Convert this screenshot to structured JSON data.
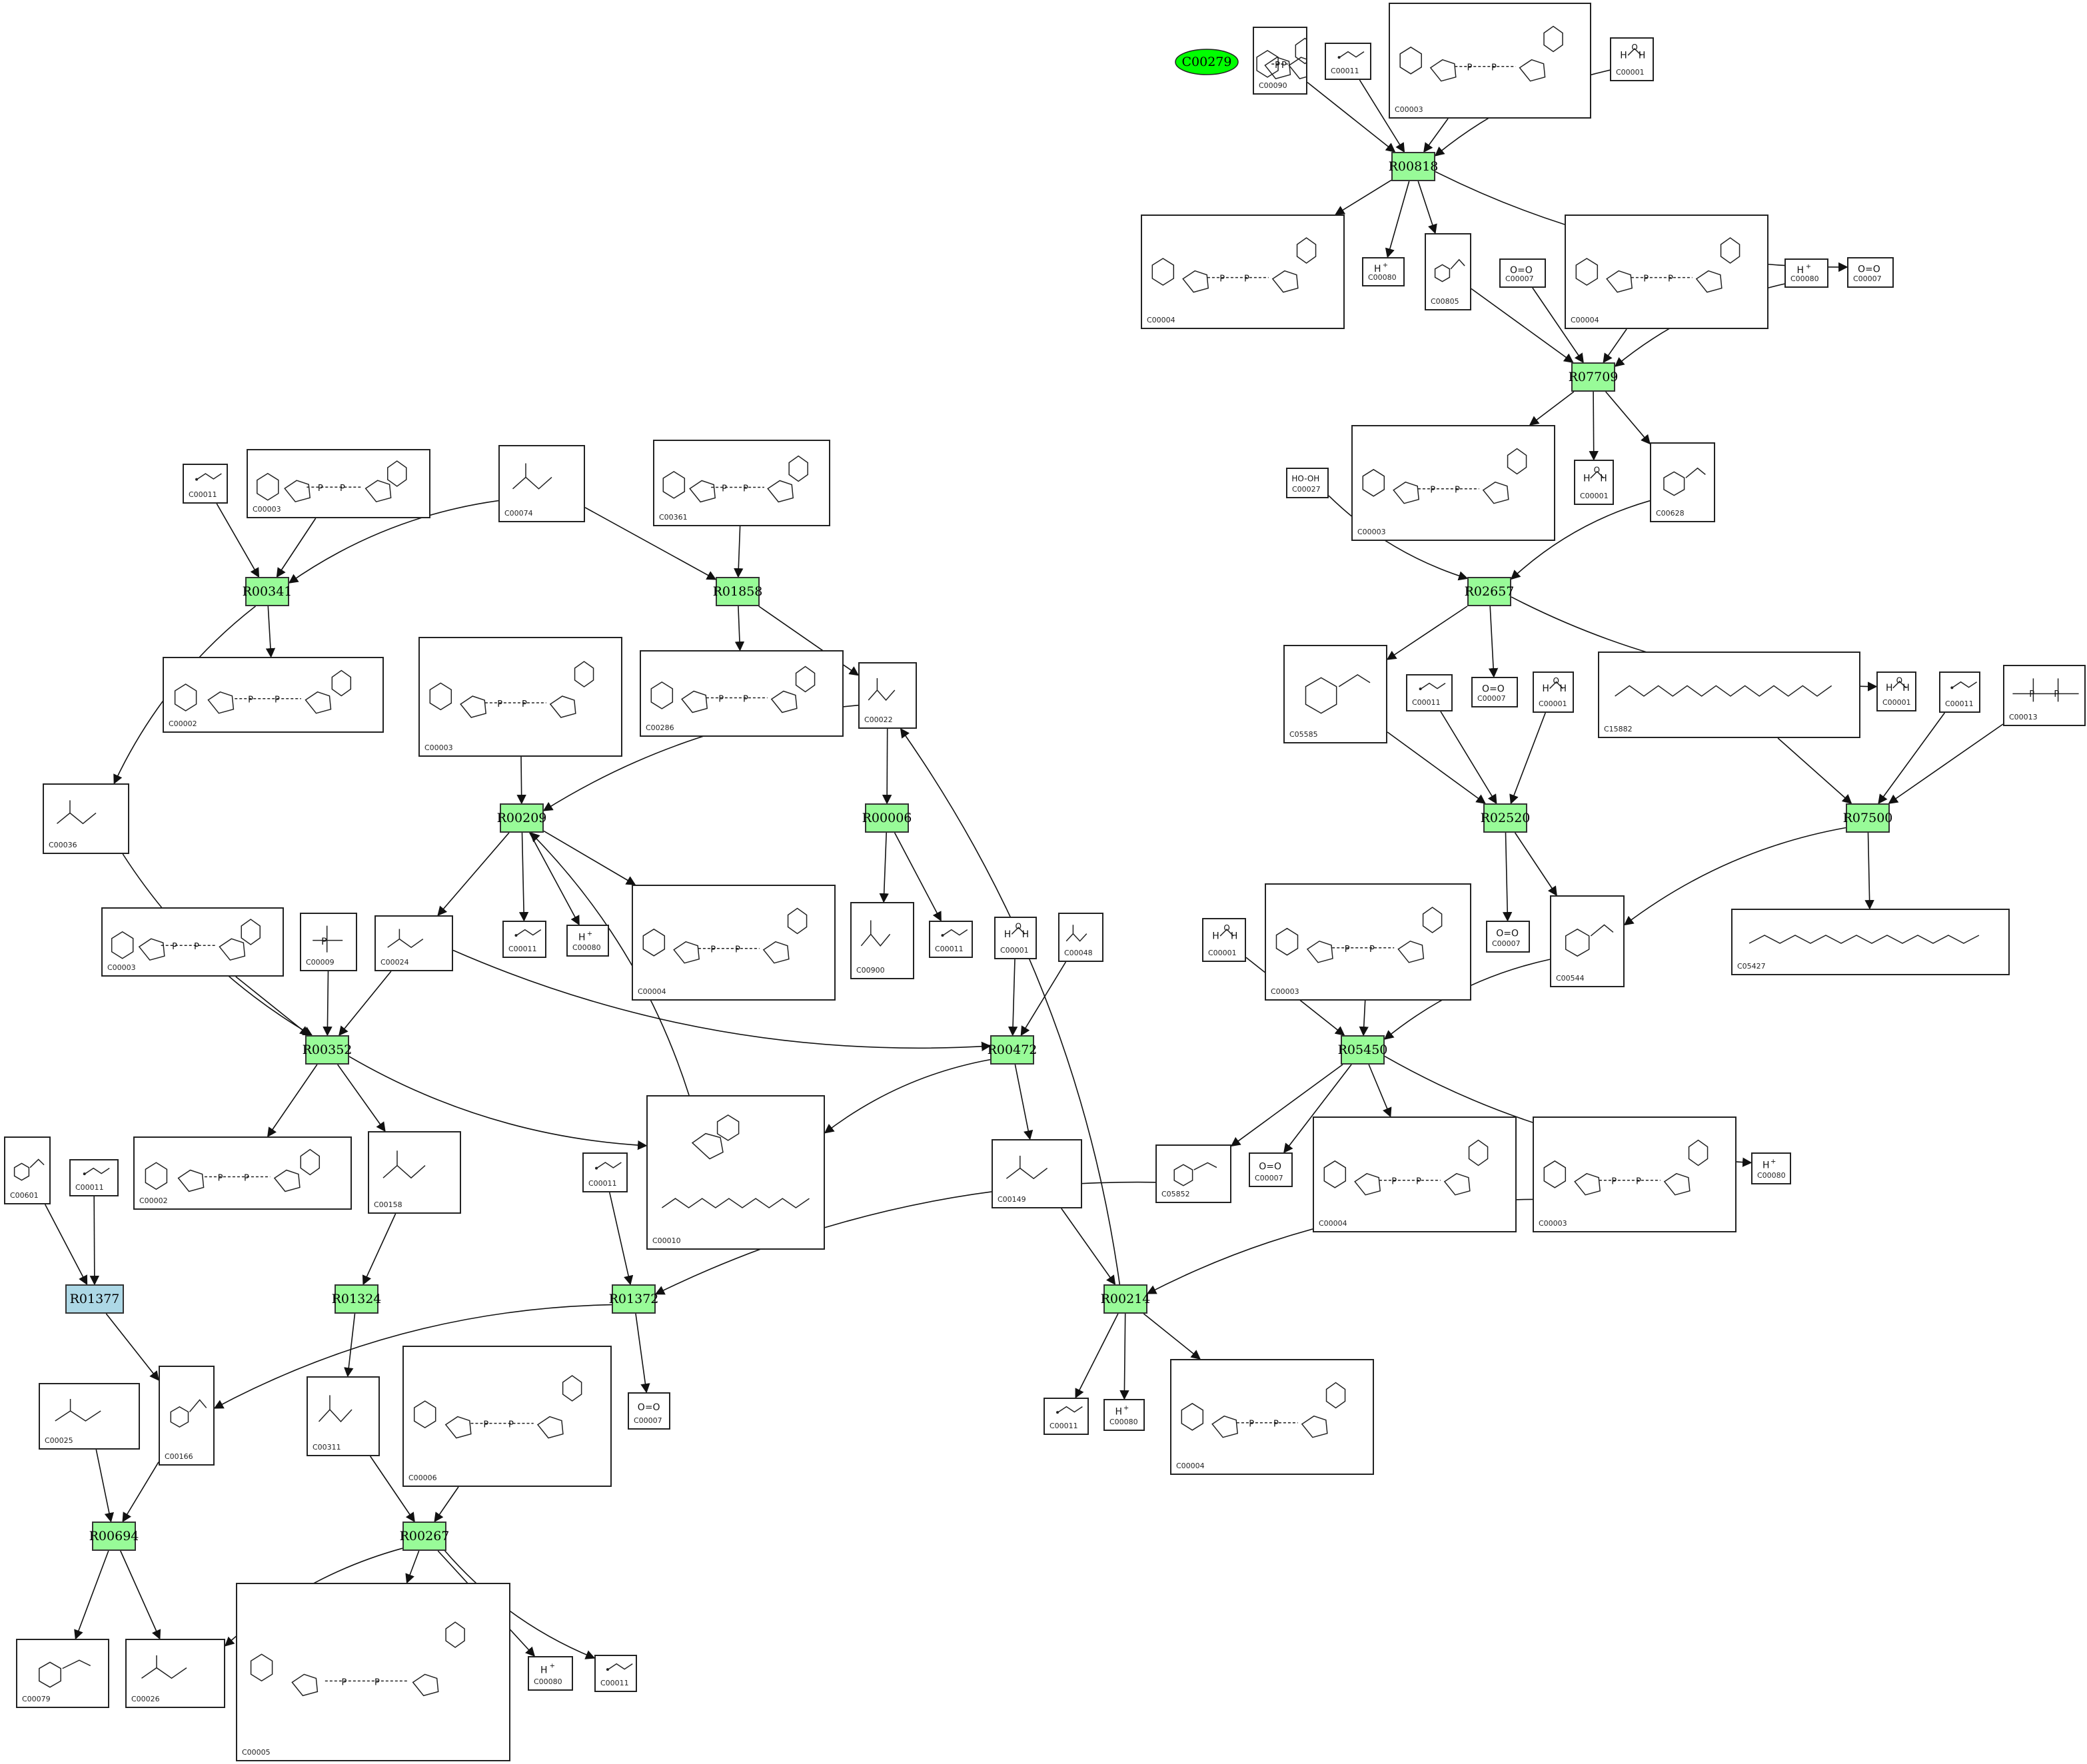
{
  "colors": {
    "reaction_fill": "#98fb98",
    "reaction_alt_fill": "#add8e6",
    "start_fill": "#00ff00",
    "stroke": "#222222"
  },
  "start_node": {
    "id": "start-c00279",
    "label": "C00279"
  },
  "reactions": [
    {
      "id": "R00818",
      "label": "R00818",
      "color": "green"
    },
    {
      "id": "R07709",
      "label": "R07709",
      "color": "green"
    },
    {
      "id": "R02657",
      "label": "R02657",
      "color": "green"
    },
    {
      "id": "R02520",
      "label": "R02520",
      "color": "green"
    },
    {
      "id": "R07500",
      "label": "R07500",
      "color": "green"
    },
    {
      "id": "R05450",
      "label": "R05450",
      "color": "green"
    },
    {
      "id": "R00214",
      "label": "R00214",
      "color": "green"
    },
    {
      "id": "R00341",
      "label": "R00341",
      "color": "green"
    },
    {
      "id": "R01858",
      "label": "R01858",
      "color": "green"
    },
    {
      "id": "R00209",
      "label": "R00209",
      "color": "green"
    },
    {
      "id": "R00006",
      "label": "R00006",
      "color": "green"
    },
    {
      "id": "R00352",
      "label": "R00352",
      "color": "green"
    },
    {
      "id": "R00472",
      "label": "R00472",
      "color": "green"
    },
    {
      "id": "R01377",
      "label": "R01377",
      "color": "blue"
    },
    {
      "id": "R01324",
      "label": "R01324",
      "color": "green"
    },
    {
      "id": "R01372",
      "label": "R01372",
      "color": "green"
    },
    {
      "id": "R00694",
      "label": "R00694",
      "color": "green"
    },
    {
      "id": "R00267",
      "label": "R00267",
      "color": "green"
    }
  ],
  "compounds": [
    {
      "id": "c00090",
      "label": "C00090",
      "mol": "diol"
    },
    {
      "id": "c00011a",
      "label": "C00011",
      "mol": "co2"
    },
    {
      "id": "c00003a",
      "label": "C00003",
      "mol": "nad"
    },
    {
      "id": "c00001a",
      "label": "C00001",
      "mol": "water"
    },
    {
      "id": "c00004a",
      "label": "C00004",
      "mol": "nad"
    },
    {
      "id": "c00080a",
      "label": "C00080",
      "mol": "hplus"
    },
    {
      "id": "c00805",
      "label": "C00805",
      "mol": "ring"
    },
    {
      "id": "c00007a",
      "label": "C00007",
      "mol": "o2"
    },
    {
      "id": "c00007b",
      "label": "C00007",
      "mol": "o2"
    },
    {
      "id": "c00004b",
      "label": "C00004",
      "mol": "nad"
    },
    {
      "id": "c00080b",
      "label": "C00080",
      "mol": "hplus"
    },
    {
      "id": "c00003b",
      "label": "C00003",
      "mol": "nad"
    },
    {
      "id": "c00027",
      "label": "C00027",
      "mol": "peroxide"
    },
    {
      "id": "c00001b",
      "label": "C00001",
      "mol": "water"
    },
    {
      "id": "c00628",
      "label": "C00628",
      "mol": "ring"
    },
    {
      "id": "c05585",
      "label": "C05585",
      "mol": "ring"
    },
    {
      "id": "c00011b",
      "label": "C00011",
      "mol": "co2"
    },
    {
      "id": "c00007c",
      "label": "C00007",
      "mol": "o2"
    },
    {
      "id": "c00001c",
      "label": "C00001",
      "mol": "water"
    },
    {
      "id": "c15882",
      "label": "C15882",
      "mol": "chain"
    },
    {
      "id": "c00001d",
      "label": "C00001",
      "mol": "water"
    },
    {
      "id": "c00011c",
      "label": "C00011",
      "mol": "co2"
    },
    {
      "id": "c00013",
      "label": "C00013",
      "mol": "ppi"
    },
    {
      "id": "c00007d",
      "label": "C00007",
      "mol": "o2"
    },
    {
      "id": "c00544",
      "label": "C00544",
      "mol": "ring"
    },
    {
      "id": "c05427",
      "label": "C05427",
      "mol": "chain"
    },
    {
      "id": "c00001e",
      "label": "C00001",
      "mol": "water"
    },
    {
      "id": "c00003c",
      "label": "C00003",
      "mol": "nad"
    },
    {
      "id": "c05852",
      "label": "C05852",
      "mol": "ring"
    },
    {
      "id": "c00007e",
      "label": "C00007",
      "mol": "o2"
    },
    {
      "id": "c00004c",
      "label": "C00004",
      "mol": "nad"
    },
    {
      "id": "c00003d",
      "label": "C00003",
      "mol": "nad"
    },
    {
      "id": "c00080c",
      "label": "C00080",
      "mol": "hplus"
    },
    {
      "id": "c00011d",
      "label": "C00011",
      "mol": "co2"
    },
    {
      "id": "c00080d",
      "label": "C00080",
      "mol": "hplus"
    },
    {
      "id": "c00004d",
      "label": "C00004",
      "mol": "nad"
    },
    {
      "id": "c00011e",
      "label": "C00011",
      "mol": "co2"
    },
    {
      "id": "c00003e",
      "label": "C00003",
      "mol": "nucleotide"
    },
    {
      "id": "c00074",
      "label": "C00074",
      "mol": "small"
    },
    {
      "id": "c00361",
      "label": "C00361",
      "mol": "nucleotide"
    },
    {
      "id": "c00002a",
      "label": "C00002",
      "mol": "nucleotide"
    },
    {
      "id": "c00286",
      "label": "C00286",
      "mol": "nucleotide"
    },
    {
      "id": "c00022",
      "label": "C00022",
      "mol": "small"
    },
    {
      "id": "c00003f",
      "label": "C00003",
      "mol": "nad"
    },
    {
      "id": "c00036",
      "label": "C00036",
      "mol": "small"
    },
    {
      "id": "c00003g",
      "label": "C00003",
      "mol": "nucleotide"
    },
    {
      "id": "c00009",
      "label": "C00009",
      "mol": "phosphate"
    },
    {
      "id": "c00024",
      "label": "C00024",
      "mol": "acetylcoa"
    },
    {
      "id": "c00011f",
      "label": "C00011",
      "mol": "co2"
    },
    {
      "id": "c00080e",
      "label": "C00080",
      "mol": "hplus"
    },
    {
      "id": "c00004e",
      "label": "C00004",
      "mol": "nad"
    },
    {
      "id": "c00900",
      "label": "C00900",
      "mol": "small"
    },
    {
      "id": "c00011g",
      "label": "C00011",
      "mol": "co2"
    },
    {
      "id": "c00001f",
      "label": "C00001",
      "mol": "water"
    },
    {
      "id": "c00048",
      "label": "C00048",
      "mol": "small"
    },
    {
      "id": "c00002b",
      "label": "C00002",
      "mol": "nucleotide"
    },
    {
      "id": "c00158",
      "label": "C00158",
      "mol": "small"
    },
    {
      "id": "c00010",
      "label": "C00010",
      "mol": "coa"
    },
    {
      "id": "c00149",
      "label": "C00149",
      "mol": "small"
    },
    {
      "id": "c00601",
      "label": "C00601",
      "mol": "ring"
    },
    {
      "id": "c00011h",
      "label": "C00011",
      "mol": "co2"
    },
    {
      "id": "c00011i",
      "label": "C00011",
      "mol": "co2"
    },
    {
      "id": "c00166",
      "label": "C00166",
      "mol": "ring"
    },
    {
      "id": "c00311",
      "label": "C00311",
      "mol": "small"
    },
    {
      "id": "c00006",
      "label": "C00006",
      "mol": "nad"
    },
    {
      "id": "c00007f",
      "label": "C00007",
      "mol": "o2"
    },
    {
      "id": "c00025",
      "label": "C00025",
      "mol": "small"
    },
    {
      "id": "c00079",
      "label": "C00079",
      "mol": "ring"
    },
    {
      "id": "c00026",
      "label": "C00026",
      "mol": "small"
    },
    {
      "id": "c00005",
      "label": "C00005",
      "mol": "nad"
    },
    {
      "id": "c00080f",
      "label": "C00080",
      "mol": "hplus"
    },
    {
      "id": "c00011j",
      "label": "C00011",
      "mol": "co2"
    }
  ],
  "edges": [
    [
      "c00090",
      "R00818"
    ],
    [
      "c00011a",
      "R00818"
    ],
    [
      "c00003a",
      "R00818"
    ],
    [
      "c00001a",
      "R00818"
    ],
    [
      "R00818",
      "c00004a"
    ],
    [
      "R00818",
      "c00080a"
    ],
    [
      "R00818",
      "c00805"
    ],
    [
      "R00818",
      "c00007a"
    ],
    [
      "c00805",
      "R07709"
    ],
    [
      "c00007b",
      "R07709"
    ],
    [
      "c00004b",
      "R07709"
    ],
    [
      "c00080b",
      "R07709"
    ],
    [
      "R07709",
      "c00003b"
    ],
    [
      "R07709",
      "c00001b"
    ],
    [
      "R07709",
      "c00628"
    ],
    [
      "c00027",
      "R02657"
    ],
    [
      "c00628",
      "R02657"
    ],
    [
      "R02657",
      "c05585"
    ],
    [
      "R02657",
      "c00007c"
    ],
    [
      "R02657",
      "c00001d"
    ],
    [
      "c05585",
      "R02520"
    ],
    [
      "c00011b",
      "R02520"
    ],
    [
      "c00001c",
      "R02520"
    ],
    [
      "R02520",
      "c00007d"
    ],
    [
      "R02520",
      "c00544"
    ],
    [
      "c15882",
      "R07500"
    ],
    [
      "c00011c",
      "R07500"
    ],
    [
      "c00013",
      "R07500"
    ],
    [
      "R07500",
      "c00544"
    ],
    [
      "R07500",
      "c05427"
    ],
    [
      "c00001e",
      "R05450"
    ],
    [
      "c00003c",
      "R05450"
    ],
    [
      "c00544",
      "R05450"
    ],
    [
      "R05450",
      "c05852"
    ],
    [
      "R05450",
      "c00007e"
    ],
    [
      "R05450",
      "c00004c"
    ],
    [
      "R05450",
      "c00080c"
    ],
    [
      "c00149",
      "R00214"
    ],
    [
      "c00003d",
      "R00214"
    ],
    [
      "R00214",
      "c00011d"
    ],
    [
      "R00214",
      "c00080d"
    ],
    [
      "R00214",
      "c00004d"
    ],
    [
      "R00214",
      "c00022"
    ],
    [
      "c00011e",
      "R00341"
    ],
    [
      "c00003e",
      "R00341"
    ],
    [
      "c00074",
      "R00341"
    ],
    [
      "R00341",
      "c00002a"
    ],
    [
      "R00341",
      "c00036"
    ],
    [
      "c00074",
      "R01858"
    ],
    [
      "c00361",
      "R01858"
    ],
    [
      "R01858",
      "c00286"
    ],
    [
      "R01858",
      "c00022"
    ],
    [
      "c00003f",
      "R00209"
    ],
    [
      "c00022",
      "R00209"
    ],
    [
      "c00010",
      "R00209"
    ],
    [
      "R00209",
      "c00024"
    ],
    [
      "R00209",
      "c00011f"
    ],
    [
      "R00209",
      "c00080e"
    ],
    [
      "R00209",
      "c00004e"
    ],
    [
      "c00022",
      "R00006"
    ],
    [
      "R00006",
      "c00900"
    ],
    [
      "R00006",
      "c00011g"
    ],
    [
      "c00036",
      "R00352"
    ],
    [
      "c00003g",
      "R00352"
    ],
    [
      "c00009",
      "R00352"
    ],
    [
      "c00024",
      "R00352"
    ],
    [
      "R00352",
      "c00002b"
    ],
    [
      "R00352",
      "c00158"
    ],
    [
      "R00352",
      "c00010"
    ],
    [
      "c00024",
      "R00472"
    ],
    [
      "c00001f",
      "R00472"
    ],
    [
      "c00048",
      "R00472"
    ],
    [
      "R00472",
      "c00010"
    ],
    [
      "R00472",
      "c00149"
    ],
    [
      "c00601",
      "R01377"
    ],
    [
      "c00011h",
      "R01377"
    ],
    [
      "R01377",
      "c00166"
    ],
    [
      "c00158",
      "R01324"
    ],
    [
      "R01324",
      "c00311"
    ],
    [
      "c00011i",
      "R01372"
    ],
    [
      "c05852",
      "R01372"
    ],
    [
      "R01372",
      "c00166"
    ],
    [
      "R01372",
      "c00007f"
    ],
    [
      "c00025",
      "R00694"
    ],
    [
      "c00166",
      "R00694"
    ],
    [
      "R00694",
      "c00079"
    ],
    [
      "R00694",
      "c00026"
    ],
    [
      "c00311",
      "R00267"
    ],
    [
      "c00006",
      "R00267"
    ],
    [
      "R00267",
      "c00026"
    ],
    [
      "R00267",
      "c00005"
    ],
    [
      "R00267",
      "c00080f"
    ],
    [
      "R00267",
      "c00011j"
    ]
  ]
}
